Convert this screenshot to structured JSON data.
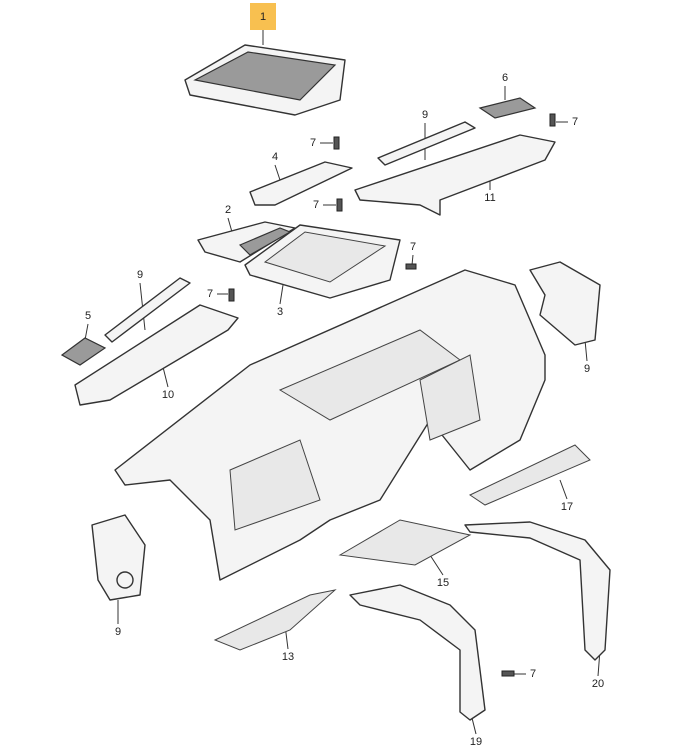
{
  "title": "Dashboard trim parts diagram",
  "highlight_color": "#f8c050",
  "labels": [
    "1",
    "6",
    "7",
    "9",
    "7",
    "4",
    "11",
    "2",
    "7",
    "7",
    "3",
    "9",
    "7",
    "5",
    "10",
    "9",
    "17",
    "15",
    "9",
    "13",
    "7",
    "20",
    "19"
  ]
}
